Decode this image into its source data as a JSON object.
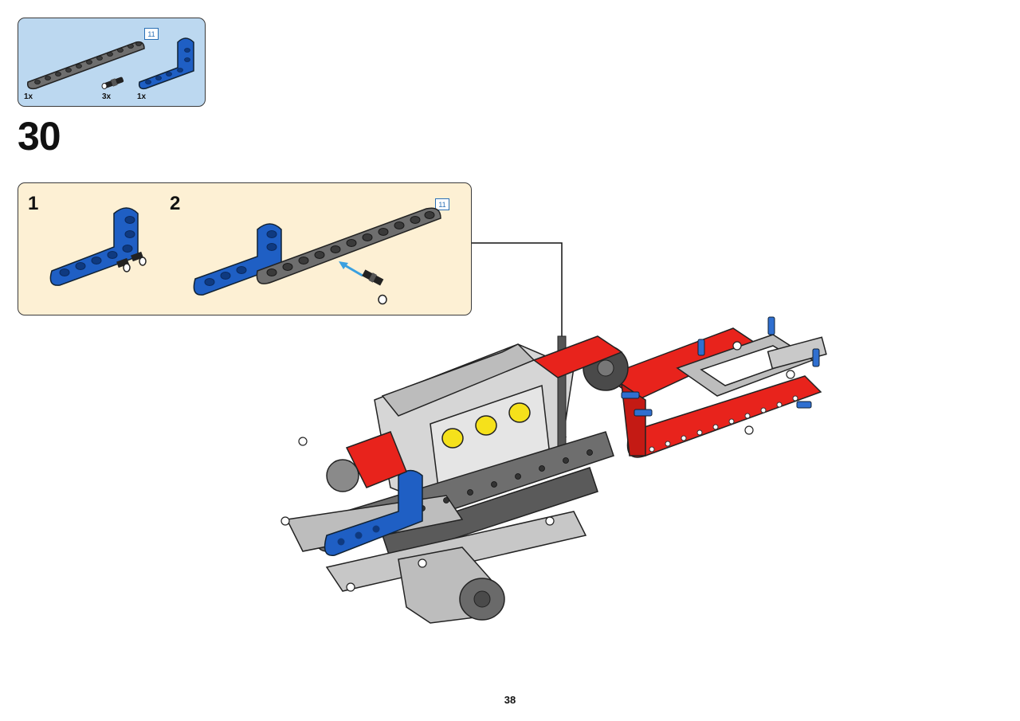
{
  "parts_list": {
    "items": [
      {
        "qty": "1x",
        "part": "grey-11-beam",
        "length_badge": "11"
      },
      {
        "qty": "3x",
        "part": "black-pin"
      },
      {
        "qty": "1x",
        "part": "blue-l-beam"
      }
    ]
  },
  "step": {
    "number": "30"
  },
  "substeps": {
    "items": [
      {
        "label": "1"
      },
      {
        "label": "2",
        "length_badge": "11"
      }
    ]
  },
  "colors": {
    "parts_box_bg": "#bcd8f0",
    "substep_box_bg": "#fdf0d4",
    "beam_grey": "#6e6e6e",
    "beam_blue": "#1f5fc4",
    "beam_red": "#e8231c",
    "arrow_blue": "#3aa0e0"
  },
  "page": {
    "number": "38"
  }
}
